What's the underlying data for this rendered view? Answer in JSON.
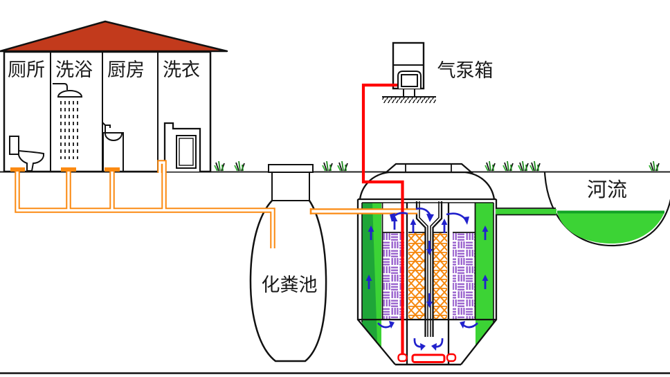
{
  "house": {
    "rooms": [
      {
        "label": "厕所"
      },
      {
        "label": "洗浴"
      },
      {
        "label": "厨房"
      },
      {
        "label": "洗衣"
      }
    ]
  },
  "equipment": {
    "air_pump_label": "气泵箱",
    "septic_tank_label": "化粪池",
    "river_label": "河流"
  },
  "colors": {
    "roof_red": "#C23A1C",
    "sewage_pipe_orange": "#FB8A12",
    "air_pipe_red": "#FF0000",
    "clean_water_green": "#3CD335",
    "dark_water_green": "#1FA638",
    "water_surface_green": "#12A326",
    "filter_media_purple": "#9A63CE",
    "aeration_media_orange": "#F5880F",
    "flow_arrow_blue": "#2121CC",
    "grass_green": "#1B8A1B",
    "outline_black": "#111111"
  }
}
